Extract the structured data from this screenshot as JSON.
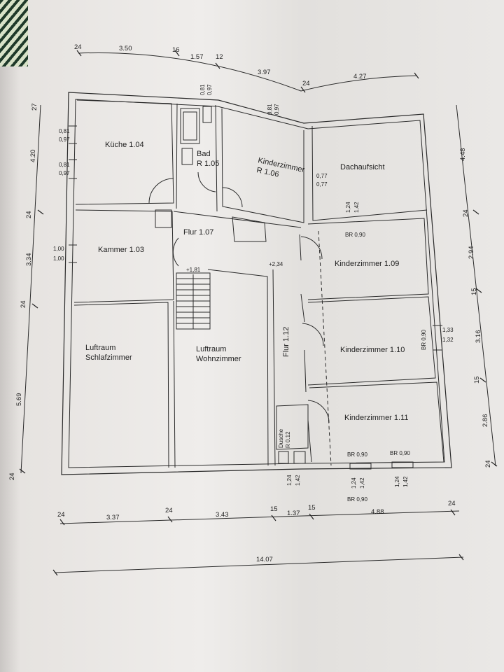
{
  "rooms": {
    "kueche": "Küche 1.04",
    "bad_1": "Bad",
    "bad_2": "R 1.05",
    "kinder106_1": "Kinderzimmer",
    "kinder106_2": "R 1.06",
    "dachaufsicht": "Dachaufsicht",
    "kammer": "Kammer 1.03",
    "flur107": "Flur 1.07",
    "kinder109": "Kinderzimmer 1.09",
    "kinder110": "Kinderzimmer 1.10",
    "kinder111": "Kinderzimmer 1.11",
    "luftraum_schlaf_1": "Luftraum",
    "luftraum_schlaf_2": "Schlafzimmer",
    "luftraum_wohn_1": "Luftraum",
    "luftraum_wohn_2": "Wohnzimmer",
    "flur112": "Flur 1.12",
    "dusche_1": "Dusche",
    "dusche_2": "R 0.12"
  },
  "levels": {
    "stair_level": "+1,81",
    "landing_level": "+2,34"
  },
  "top_dims": {
    "d1": "24",
    "d2": "3.50",
    "d3": "16",
    "d4": "1.57",
    "d5": "12",
    "d6": "3.97",
    "d7": "24",
    "d8": "4.27"
  },
  "left_dims": {
    "d1": "27",
    "d2": "4.20",
    "d3": "24",
    "d4": "3.34",
    "d5": "24",
    "d6": "5.69",
    "d7": "24"
  },
  "right_dims": {
    "d1": "4.48",
    "d2": "24",
    "d3": "2.94",
    "d4": "15",
    "d5": "3.16",
    "d6": "15",
    "d7": "2.86",
    "d8": "24"
  },
  "bottom_dims": {
    "d1": "24",
    "d2": "3.37",
    "d3": "24",
    "d4": "3.43",
    "d5": "15",
    "d6": "1.37",
    "d7": "15",
    "d8": "4.88",
    "d9": "24"
  },
  "total_width": "14.07",
  "window_labels": {
    "k_a1": "0,81",
    "k_a2": "0,97",
    "k_b1": "0,81",
    "k_b2": "0,97",
    "bad1": "0,81",
    "bad2": "0,97",
    "kz1": "0,81",
    "kz2": "0,97",
    "da1": "0,77",
    "da2": "0,77",
    "kam1": "1,00",
    "kam2": "1,00",
    "br1": "1,24",
    "br2": "1,42",
    "br_090_a": "BR 0,90",
    "r133": "1,33",
    "r132": "1,32",
    "br_090_b": "BR 0,90",
    "br_090_c": "BR 0,90",
    "br_090_d": "BR 0,90",
    "bot1": "1,24",
    "bot2": "1,42",
    "bot3": "1,24",
    "bot4": "1,42",
    "bot5": "1,24",
    "bot6": "1,42",
    "br_090_e": "BR 0,90"
  }
}
